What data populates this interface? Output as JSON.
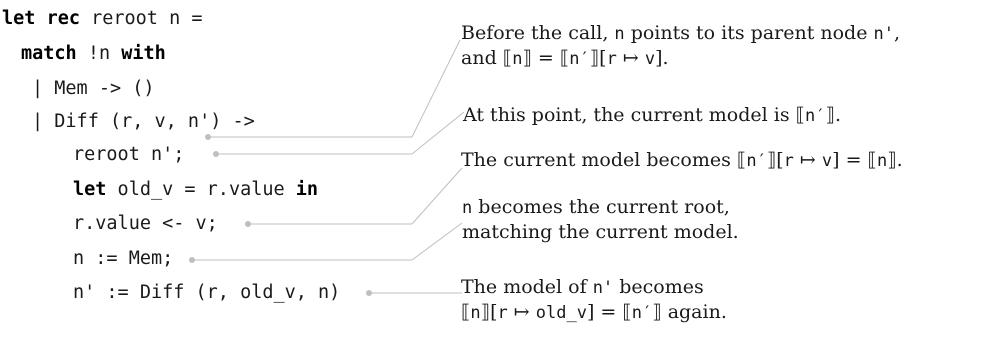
{
  "code": {
    "line1": {
      "kw1": "let",
      "kw2": "rec",
      "rest": " reroot n ="
    },
    "line2": {
      "kw1": "match",
      "mid": " !n ",
      "kw2": "with"
    },
    "line3": "| Mem -> ()",
    "line4": "| Diff (r, v, n') ->",
    "line5": "reroot n';",
    "line6": {
      "kw1": "let",
      "mid": " old_v = r.value ",
      "kw2": "in"
    },
    "line7": "r.value <- v;",
    "line8": "n := Mem;",
    "line9": "n' := Diff (r, old_v, n)"
  },
  "notes": {
    "n1": {
      "l1a": "Before the call, ",
      "l1b": "n",
      "l1c": " points to its parent node ",
      "l1d": "n'",
      "l1e": ",",
      "l2a": "and ⟦",
      "l2b": "n",
      "l2c": "⟧ = ⟦",
      "l2d": "n′",
      "l2e": "⟧[",
      "l2f": "r",
      "l2g": " ↦ ",
      "l2h": "v",
      "l2i": "]."
    },
    "n2": {
      "a": "At this point, the current model is ⟦",
      "b": "n′",
      "c": "⟧."
    },
    "n3": {
      "a": "The current model becomes ⟦",
      "b": "n′",
      "c": "⟧[",
      "d": "r",
      "e": " ↦ ",
      "f": "v",
      "g": "] = ⟦",
      "h": "n",
      "i": "⟧."
    },
    "n4": {
      "l1a": "n",
      "l1b": " becomes the current root,",
      "l2": "matching the current model."
    },
    "n5": {
      "l1a": "The model of ",
      "l1b": "n'",
      "l1c": " becomes",
      "l2a": "⟦",
      "l2b": "n",
      "l2c": "⟧[",
      "l2d": "r",
      "l2e": " ↦ ",
      "l2f": "old_v",
      "l2g": "] = ⟦",
      "l2h": "n′",
      "l2i": "⟧ again."
    }
  }
}
